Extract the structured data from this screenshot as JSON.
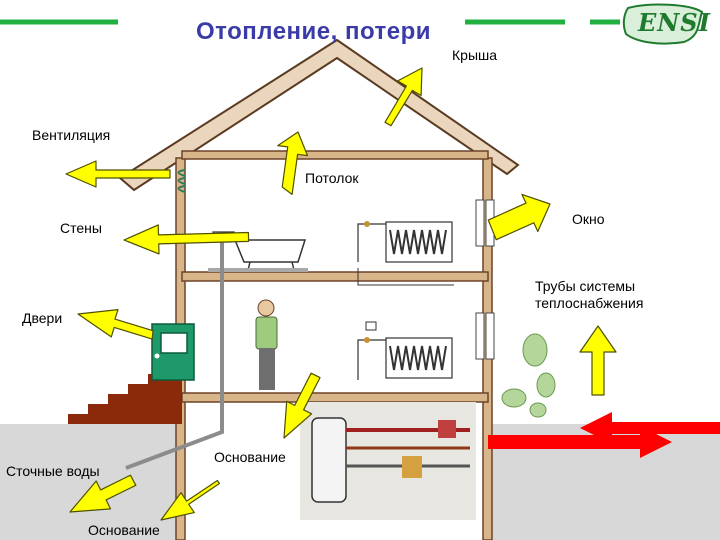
{
  "title": "Отопление, потери",
  "logo_text": "ENSI",
  "labels": {
    "roof": "Крыша",
    "ventilation": "Вентиляция",
    "ceiling": "Потолок",
    "walls": "Стены",
    "window": "Окно",
    "pipes_line1": "Трубы системы",
    "pipes_line2": "теплоснабжения",
    "doors": "Двери",
    "foundation_inner": "Основание",
    "sewage": "Сточные воды",
    "foundation_outer": "Основание"
  },
  "colors": {
    "title": "#3a3aa8",
    "heat_arrow": "#ffff00",
    "pipe_arrow": "#ff0000",
    "accent_green": "#1fb040",
    "house_wall": "#7a4a2c",
    "door": "#1e9a6a",
    "stairs": "#8b2a0a"
  }
}
